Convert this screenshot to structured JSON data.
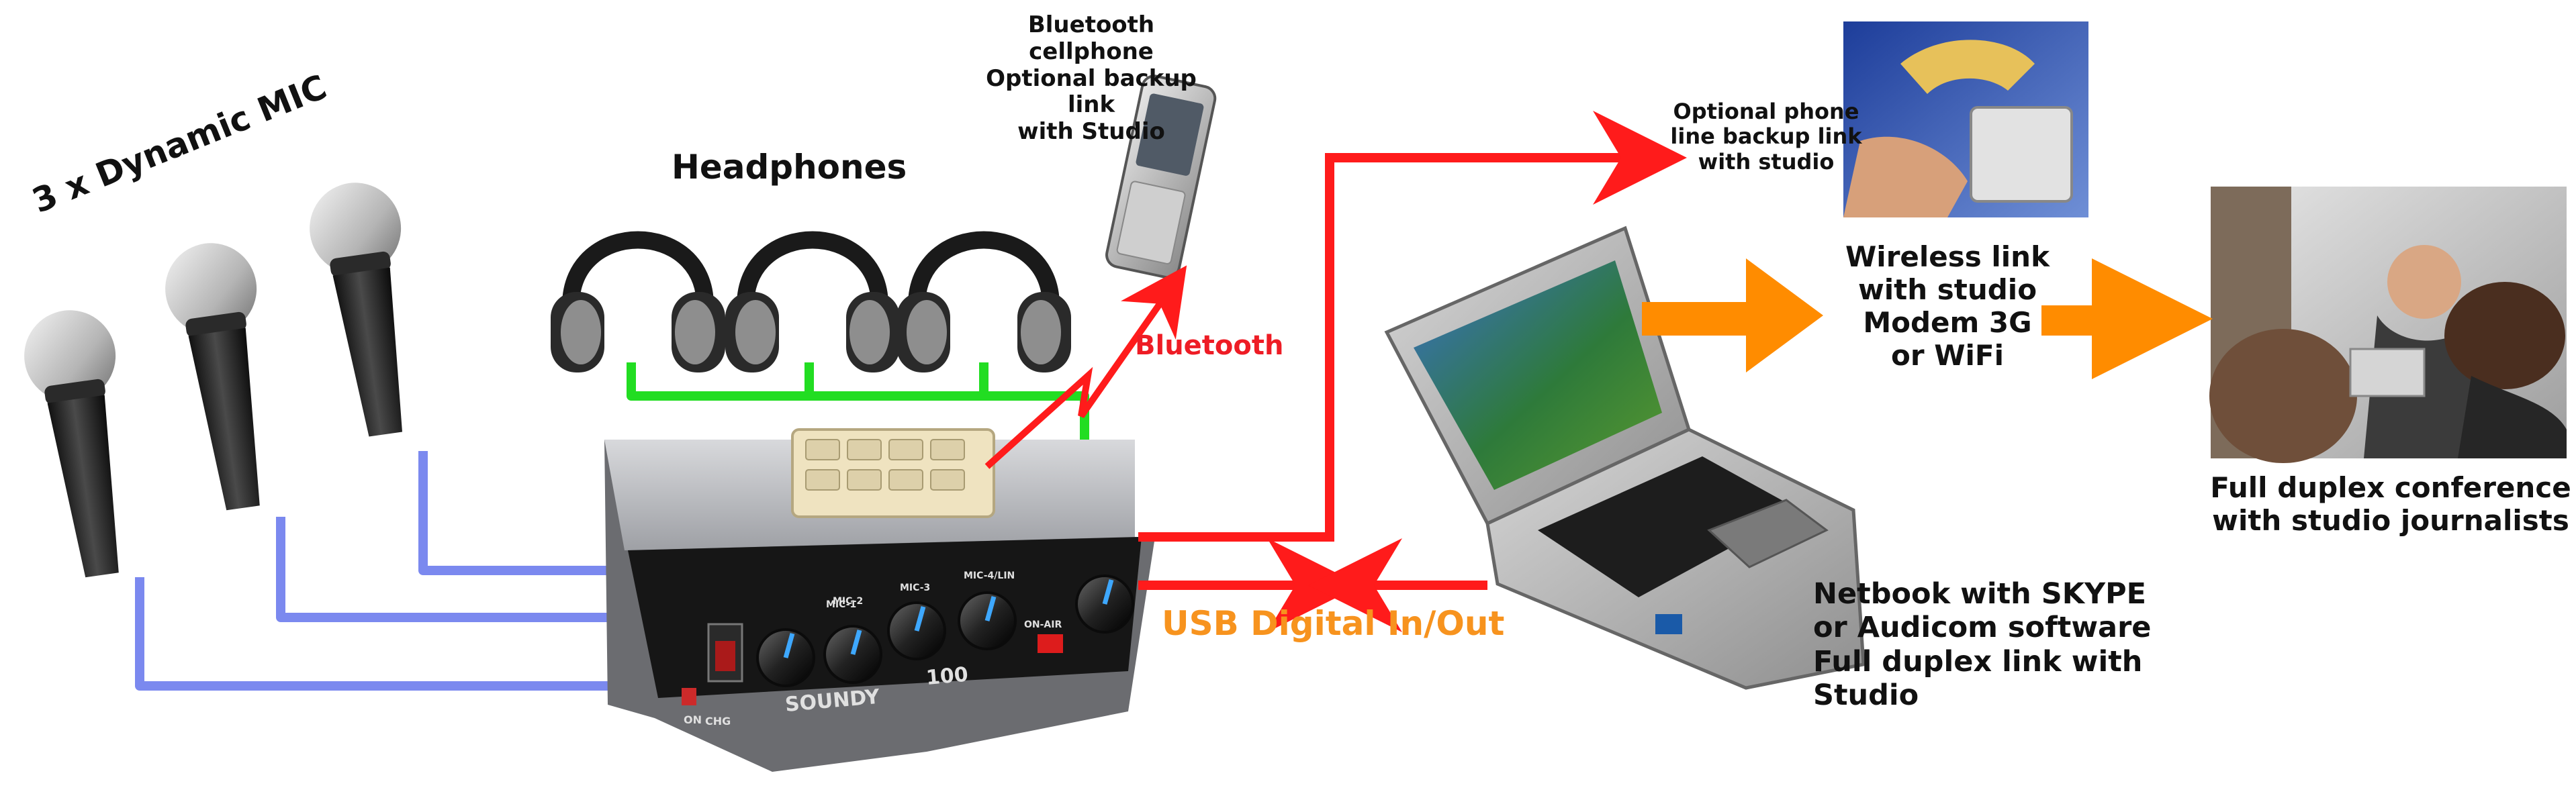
{
  "labels": {
    "mics": "3 x Dynamic MIC",
    "headphones": "Headphones",
    "bluetooth_phone": "Bluetooth cellphone\nOptional backup link\nwith Studio",
    "phone_line": "Optional phone\nline backup link\nwith studio",
    "wireless": "Wireless link\nwith studio\nModem 3G\nor WiFi",
    "conference": "Full duplex conference\nwith studio journalists",
    "netbook": "Netbook with SKYPE\nor Audicom software\nFull duplex link with\nStudio",
    "usb": "USB Digital In/Out",
    "bluetooth": "Bluetooth"
  },
  "mixer": {
    "brand": "SOUNDY",
    "model": "100",
    "channel_labels": [
      "MIC-1",
      "MIC-2",
      "MIC-3",
      "MIC-4/LIN",
      "ON-AIR"
    ],
    "switch_labels": [
      "ON",
      "CHG"
    ]
  },
  "colors": {
    "mic_cable": "#7b89ef",
    "headphone_cable": "#22dd22",
    "signal_arrow": "#ff1b1b",
    "wireless_arrow": "#ff8c00",
    "usb_text": "#f7931e",
    "bluetooth_text": "#ee1c25"
  }
}
